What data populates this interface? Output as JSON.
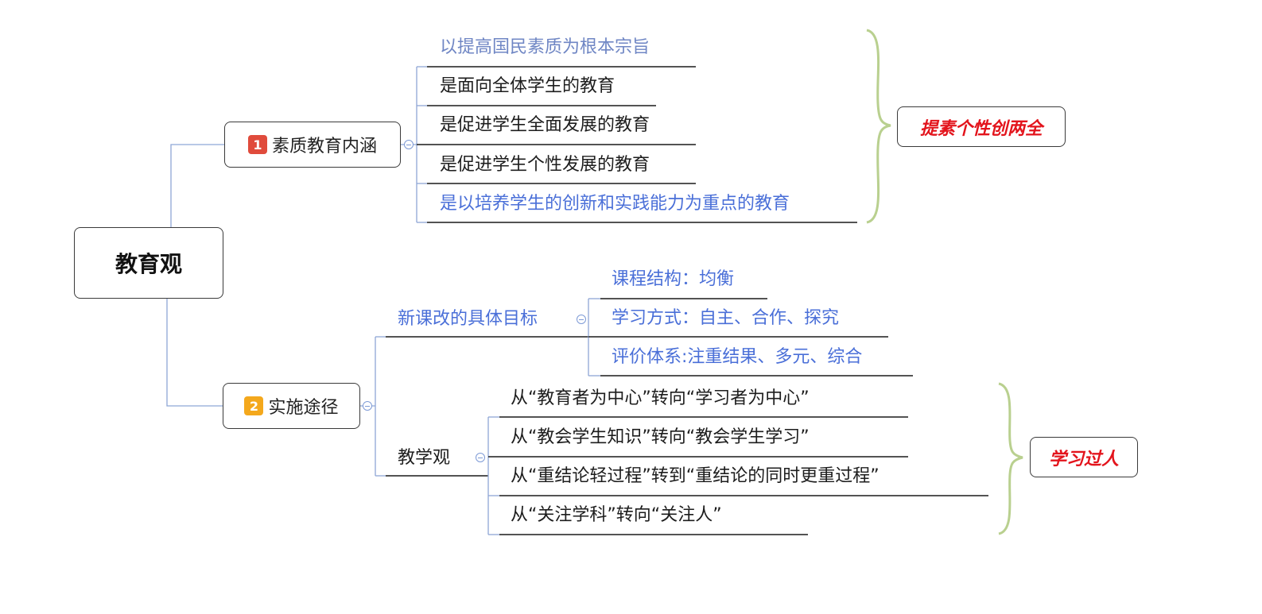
{
  "root": {
    "label": "教育观"
  },
  "branches": [
    {
      "badge": "1",
      "badge_color": "#e04b3c",
      "label": "素质教育内涵",
      "children": [
        {
          "label": "以提高国民素质为根本宗旨",
          "color": "#6f86c4"
        },
        {
          "label": "是面向全体学生的教育",
          "color": "#1d1d1d"
        },
        {
          "label": "是促进学生全面发展的教育",
          "color": "#1d1d1d"
        },
        {
          "label": "是促进学生个性发展的教育",
          "color": "#1d1d1d"
        },
        {
          "label": "是以培养学生的创新和实践能力为重点的教育",
          "color": "#4a6fd8"
        }
      ],
      "summary": "提素个性创两全"
    },
    {
      "badge": "2",
      "badge_color": "#f4a81c",
      "label": "实施途径",
      "children": [
        {
          "label": "新课改的具体目标",
          "color": "#4a6fd8",
          "children": [
            {
              "label": "课程结构：均衡"
            },
            {
              "label": "学习方式：自主、合作、探究"
            },
            {
              "label": "评价体系:注重结果、多元、综合"
            }
          ]
        },
        {
          "label": "教学观",
          "color": "#1d1d1d",
          "children": [
            {
              "label": "从“教育者为中心”转向“学习者为中心”"
            },
            {
              "label": "从“教会学生知识”转向“教会学生学习”"
            },
            {
              "label": "从“重结论轻过程”转到“重结论的同时更重过程”"
            },
            {
              "label": "从“关注学科”转向“关注人”"
            }
          ],
          "summary": "学习过人"
        }
      ]
    }
  ],
  "colors": {
    "connector": "#8ea6d6",
    "underline": "#1a1a1a",
    "brace": "#b9d08f",
    "summary_text": "#e3141c"
  }
}
